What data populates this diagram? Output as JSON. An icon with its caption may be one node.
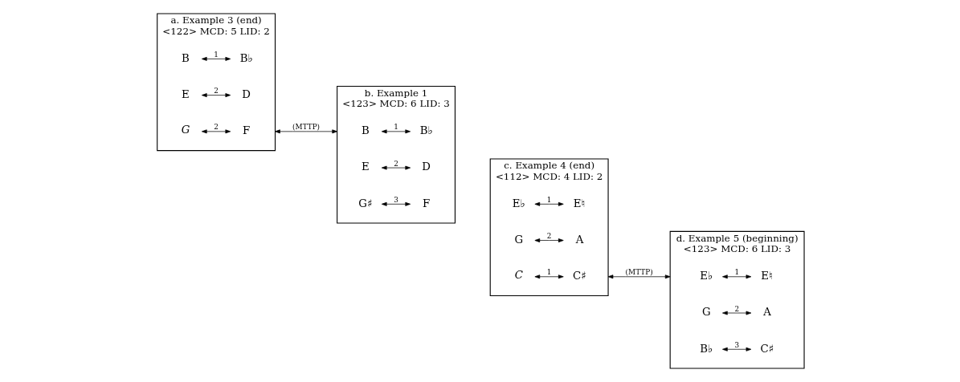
{
  "diagram": {
    "nodes": [
      {
        "text": [
          "a. Example 3 (end)",
          "<122> MCD: 5 LID: 2"
        ]
      },
      {
        "text": [
          "B"
        ],
        "in": 0
      },
      {
        "text": [
          "B♭"
        ],
        "in": 0
      },
      {
        "text": [
          "E"
        ],
        "in": 0
      },
      {
        "text": [
          "D"
        ],
        "in": 0
      },
      {
        "text": [
          "G"
        ],
        "in": 0
      },
      {
        "text": [
          "F"
        ],
        "in": 0
      },
      {
        "text": [
          "b. Example 1",
          "<123> MCD: 6 LID: 3"
        ]
      },
      {
        "text": [
          "B"
        ],
        "in": 7
      },
      {
        "text": [
          "B♭"
        ],
        "in": 7
      },
      {
        "text": [
          "E"
        ],
        "in": 7
      },
      {
        "text": [
          "D"
        ],
        "in": 7
      },
      {
        "text": [
          "G♯"
        ],
        "in": 7
      },
      {
        "text": [
          "F"
        ],
        "in": 7
      },
      {
        "text": [
          "c. Example 4 (end)",
          "<112> MCD: 4 LID: 2"
        ]
      },
      {
        "text": [
          "E♭"
        ],
        "in": 14
      },
      {
        "text": [
          "E♮"
        ],
        "in": 14
      },
      {
        "text": [
          "G"
        ],
        "in": 14
      },
      {
        "text": [
          "A"
        ],
        "in": 14
      },
      {
        "text": [
          "C"
        ],
        "in": 14
      },
      {
        "text": [
          "C♯"
        ],
        "in": 14
      },
      {
        "text": [
          "d. Example 5 (beginning)",
          "<123> MCD: 6 LID: 3"
        ]
      },
      {
        "text": [
          "E♭"
        ],
        "in": 21
      },
      {
        "text": [
          "E♮"
        ],
        "in": 21
      },
      {
        "text": [
          "G"
        ],
        "in": 21
      },
      {
        "text": [
          "A"
        ],
        "in": 21
      },
      {
        "text": [
          "B♭"
        ],
        "in": 21
      },
      {
        "text": [
          "C♯"
        ],
        "in": 21
      }
    ],
    "edges": [
      {
        "from": 1,
        "to": 2,
        "label": "1",
        "arrow": "both"
      },
      {
        "from": 3,
        "to": 4,
        "label": "2",
        "arrow": "both"
      },
      {
        "from": 5,
        "to": 6,
        "label": "2",
        "arrow": "both"
      },
      {
        "from": 8,
        "to": 9,
        "label": "1",
        "arrow": "both"
      },
      {
        "from": 10,
        "to": 11,
        "label": "2",
        "arrow": "both"
      },
      {
        "from": 12,
        "to": 13,
        "label": "3",
        "arrow": "both"
      },
      {
        "from": 15,
        "to": 16,
        "label": "1",
        "arrow": "both"
      },
      {
        "from": 17,
        "to": 18,
        "label": "2",
        "arrow": "both"
      },
      {
        "from": 19,
        "to": 20,
        "label": "1",
        "arrow": "both"
      },
      {
        "from": 22,
        "to": 23,
        "label": "1",
        "arrow": "both"
      },
      {
        "from": 24,
        "to": 25,
        "label": "2",
        "arrow": "both"
      },
      {
        "from": 26,
        "to": 27,
        "label": "3",
        "arrow": "both"
      },
      {
        "from": 0,
        "to": 7,
        "label": "(MTTP)",
        "arrow": "both"
      },
      {
        "from": 14,
        "to": 21,
        "label": "(MTTP)",
        "arrow": "both"
      }
    ]
  }
}
